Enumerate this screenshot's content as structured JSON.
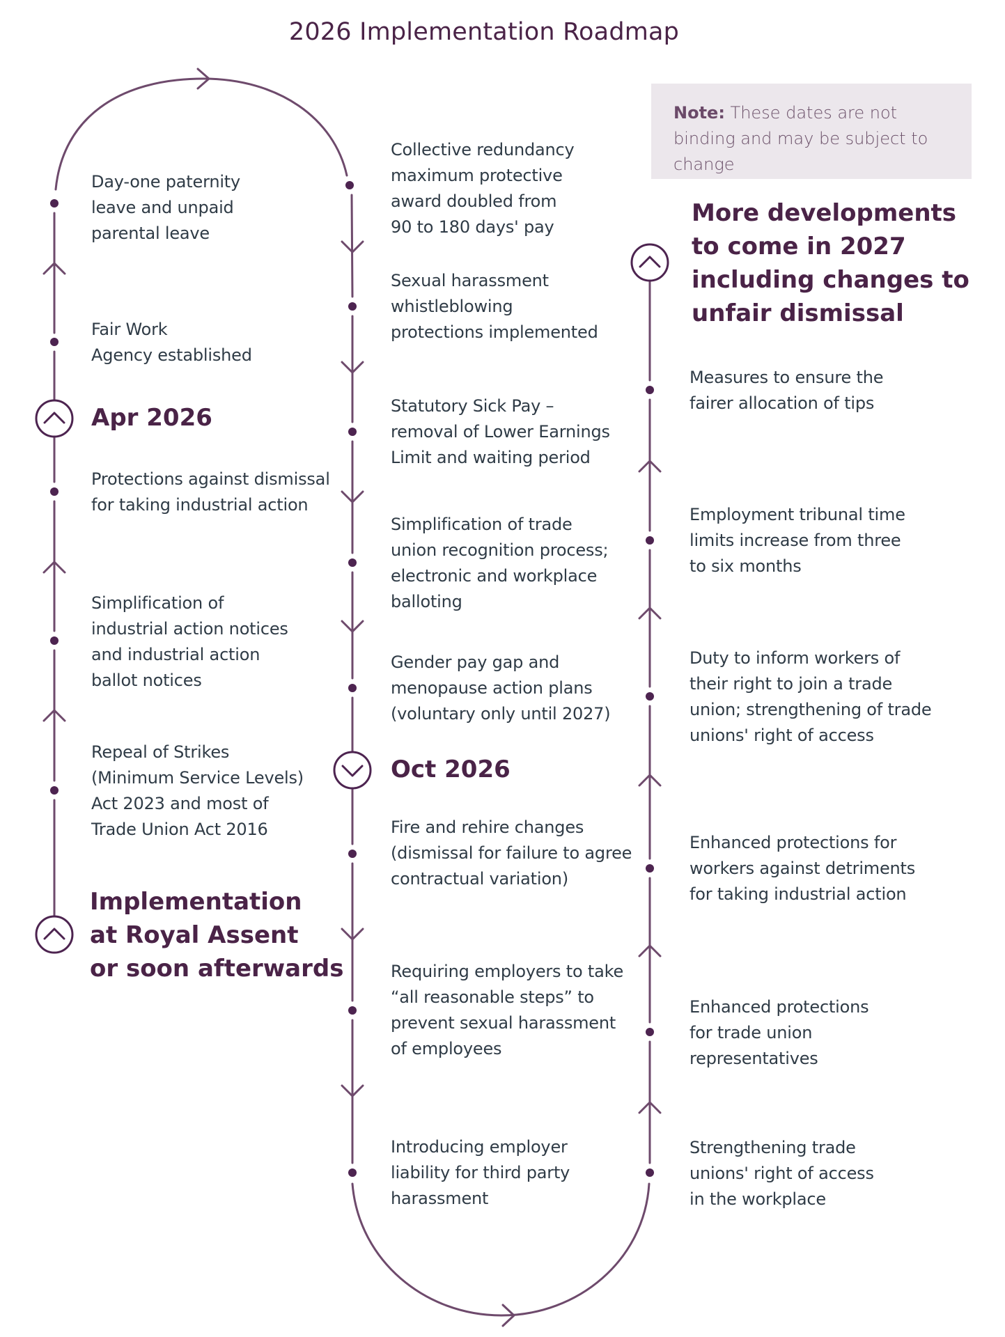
{
  "title": "2026 Implementation Roadmap",
  "note": {
    "label": "Note:",
    "text": " These dates are not binding and may be subject to change"
  },
  "colors": {
    "line": "#6e4a6c",
    "dot": "#4d2450",
    "heading": "#4a2347",
    "text": "#2f3b46",
    "note_bg": "#ece7ec"
  },
  "left_column": {
    "milestone_heading": "Implementation\nat Royal Assent\nor soon afterwards",
    "items": [
      "Repeal of Strikes\n(Minimum Service Levels)\nAct 2023 and most of\nTrade Union Act 2016",
      "Simplification of\nindustrial action notices\nand industrial action\nballot notices",
      "Protections against dismissal\nfor taking industrial action"
    ],
    "date_heading": "Apr 2026",
    "items_after_date": [
      "Fair Work\nAgency established",
      "Day-one paternity\nleave and unpaid\nparental leave"
    ]
  },
  "middle_column": {
    "items_before_date": [
      "Collective redundancy\nmaximum protective\naward doubled from\n90 to 180 days' pay",
      "Sexual harassment\nwhistleblowing\nprotections implemented",
      "Statutory Sick Pay –\nremoval of Lower Earnings\nLimit and waiting period",
      "Simplification of trade\nunion recognition process;\nelectronic and workplace\nballoting",
      "Gender pay gap and\nmenopause action plans\n(voluntary only until 2027)"
    ],
    "date_heading": "Oct 2026",
    "items_after_date": [
      "Fire and rehire changes\n(dismissal for failure to agree\ncontractual variation)",
      "Requiring employers to take\n“all reasonable steps” to\nprevent sexual harassment\nof employees",
      "Introducing employer\nliability for third party\nharassment"
    ]
  },
  "right_column": {
    "items": [
      "Strengthening trade\nunions' right of access\nin the workplace",
      "Enhanced protections\nfor trade union\nrepresentatives",
      "Enhanced protections for\nworkers against detriments\nfor taking industrial action",
      "Duty to inform workers of\ntheir right to join a trade\nunion; strengthening of trade\nunions' right of access",
      "Employment tribunal time\nlimits increase from three\nto six months",
      "Measures to ensure the\nfairer allocation of tips"
    ],
    "milestone_heading": "More developments\nto come in 2027\nincluding changes to\nunfair dismissal"
  }
}
